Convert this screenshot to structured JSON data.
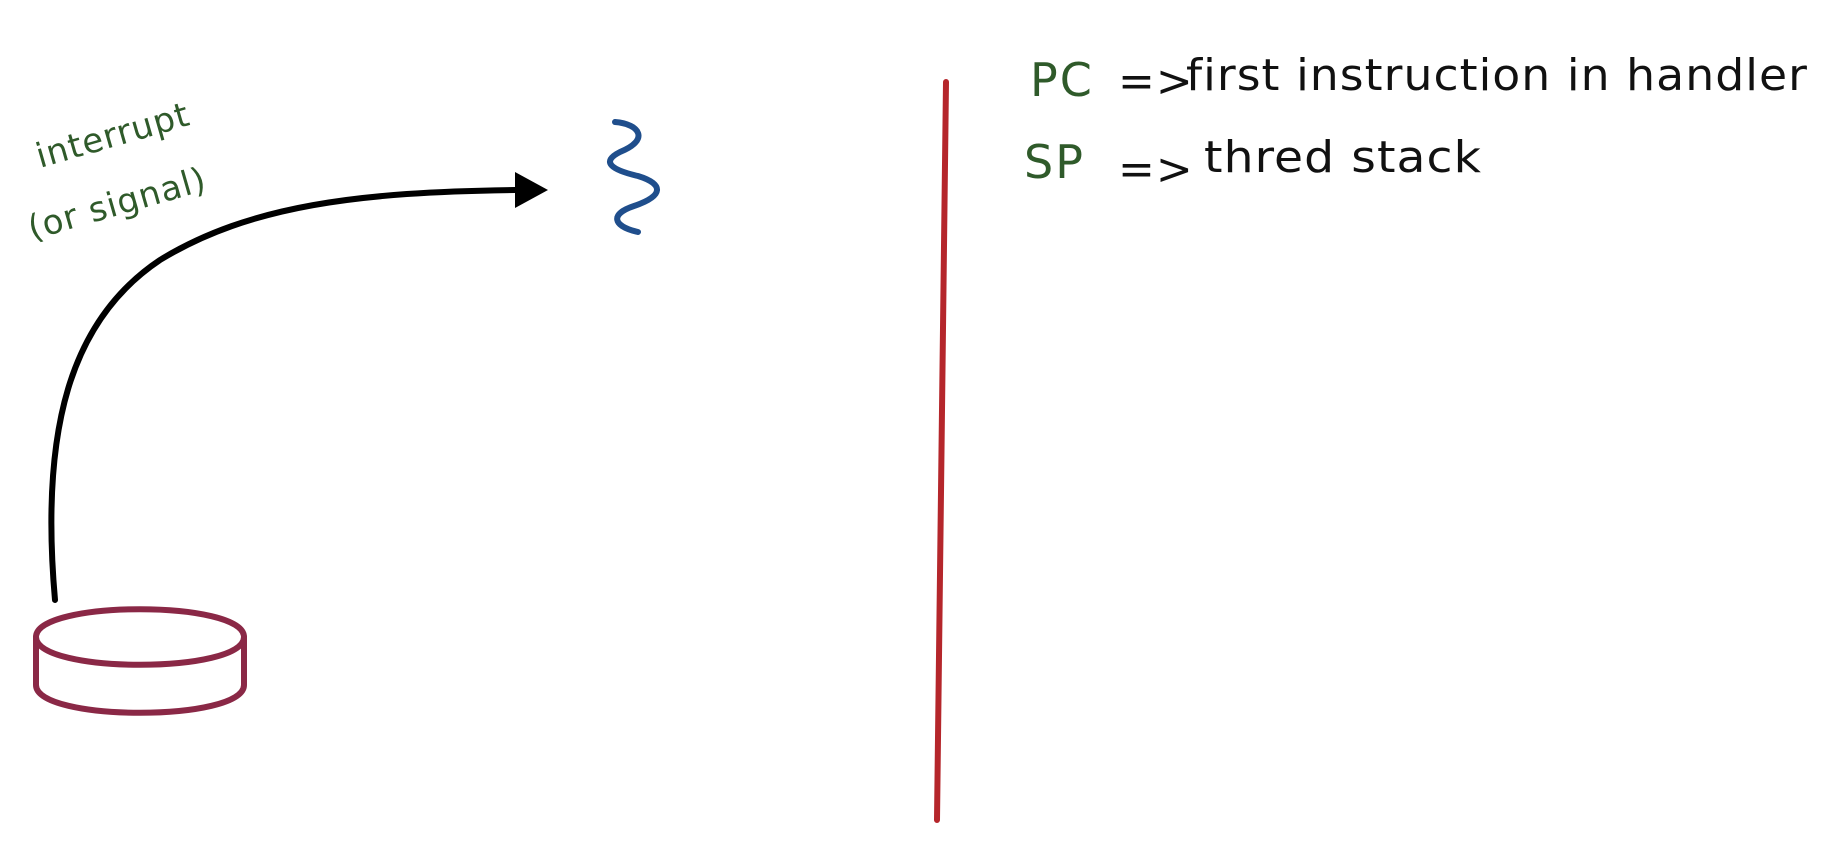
{
  "left_panel": {
    "arrow_label_line1": "interrupt",
    "arrow_label_line2": "(or signal)"
  },
  "right_panel": {
    "rows": [
      {
        "register": "PC",
        "arrow": "=>",
        "text": "first instruction in handler"
      },
      {
        "register": "SP",
        "arrow": "=>",
        "text": "thred stack"
      }
    ]
  },
  "colors": {
    "arrow": "#000000",
    "thread": "#1f4e8c",
    "device": "#8a2846",
    "divider": "#b5262b",
    "label_green": "#2f5a2a",
    "label_dark": "#111111"
  },
  "icons": {
    "thread": "thread-squiggle-icon",
    "device": "device-disk-icon"
  }
}
